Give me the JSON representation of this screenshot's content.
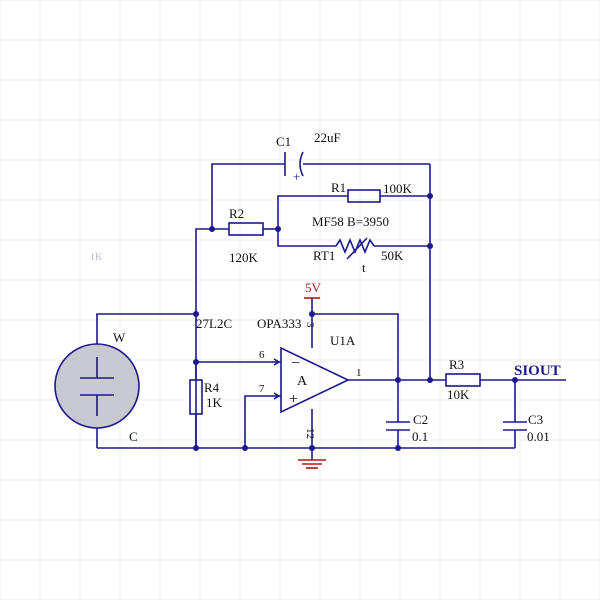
{
  "colors": {
    "wire": "#1a1a8c",
    "power": "#b01818",
    "sensor_fill": "#c8c8d0",
    "grid": "#f0ecec"
  },
  "watermark": "1K",
  "components": {
    "c1": {
      "ref": "C1",
      "value": "22uF",
      "polarity": "+"
    },
    "r1": {
      "ref": "R1",
      "value": "100K"
    },
    "r2": {
      "ref": "R2",
      "value": "120K"
    },
    "rt1": {
      "ref": "RT1",
      "value": "50K",
      "type_note": "MF58  B=3950",
      "symbol": "t"
    },
    "r3": {
      "ref": "R3",
      "value": "10K"
    },
    "r4": {
      "ref": "R4",
      "value": "1K"
    },
    "c2": {
      "ref": "C2",
      "value": "0.1"
    },
    "c3": {
      "ref": "C3",
      "value": "0.01"
    },
    "u1": {
      "ref": "U1A",
      "part": "OPA333",
      "sub": "A",
      "minus": "−",
      "plus": "+"
    },
    "sensor": {
      "part": "27L2C",
      "pin_w": "W",
      "pin_c": "C"
    }
  },
  "pins": {
    "inv": "6",
    "noninv": "7",
    "out": "1",
    "vcc": "3",
    "gnd": "12"
  },
  "nets": {
    "supply": "5V",
    "output": "SIOUT"
  }
}
